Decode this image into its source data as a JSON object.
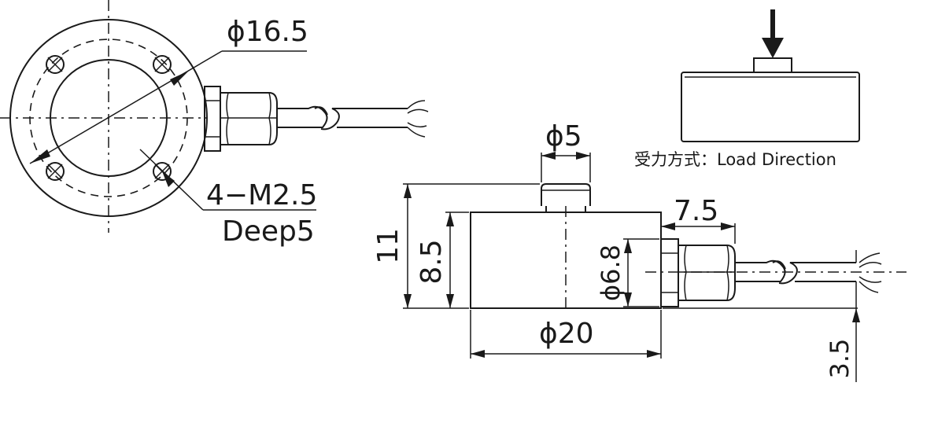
{
  "colors": {
    "line": "#1a1a1a",
    "background": "#ffffff"
  },
  "top_view": {
    "label_outer_dia": "ϕ16.5",
    "label_thread": "4−M2.5",
    "label_depth": "Deep5"
  },
  "side_view": {
    "label_button_dia": "ϕ5",
    "label_total_height": "11",
    "label_body_height": "8.5",
    "label_body_dia": "ϕ20",
    "label_connector_len": "7.5",
    "label_connector_dia": "ϕ6.8",
    "label_cable_height": "3.5"
  },
  "load_direction": {
    "caption": "受力方式：Load Direction"
  }
}
